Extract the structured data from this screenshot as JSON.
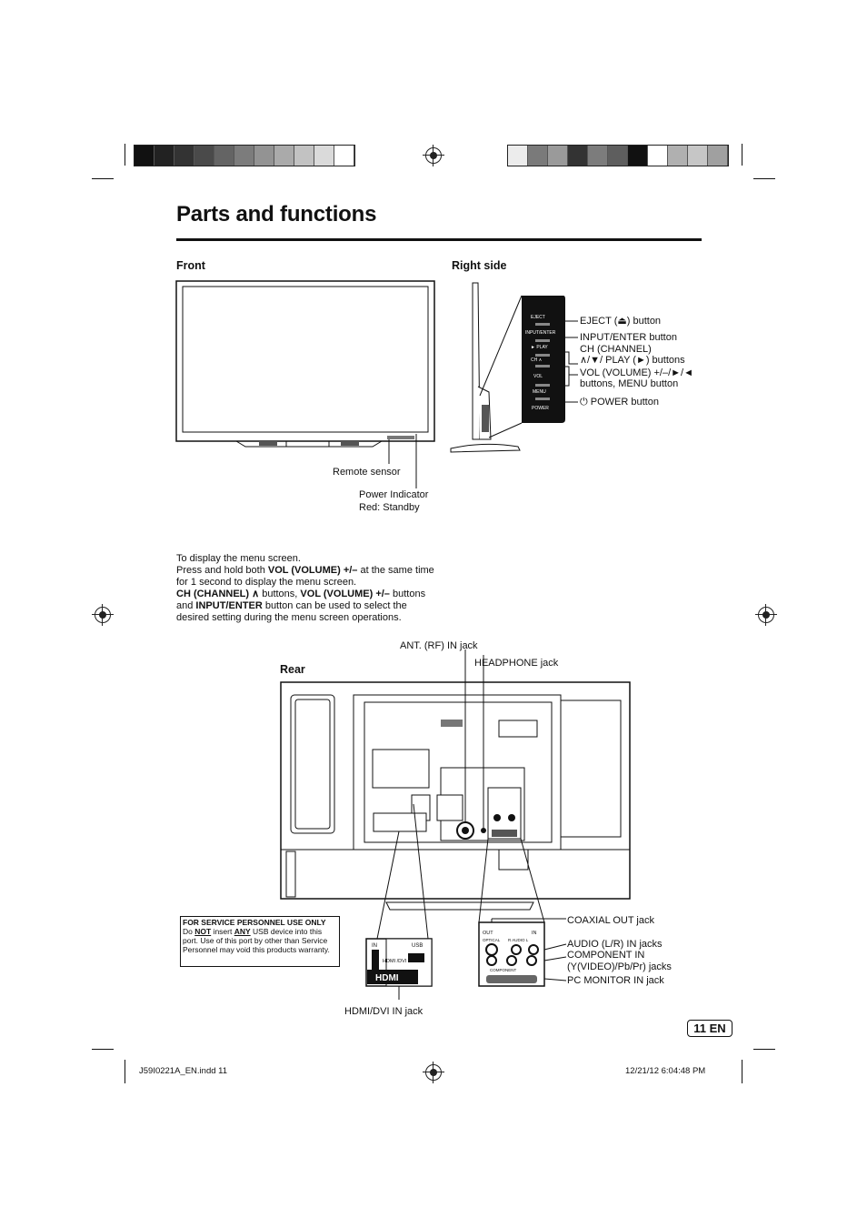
{
  "header": {
    "left_swatches": [
      "#111111",
      "#222222",
      "#333333",
      "#4a4a4a",
      "#646464",
      "#7c7c7c",
      "#939393",
      "#aaaaaa",
      "#c2c2c2",
      "#dadada",
      "#ffffff"
    ],
    "right_swatches": [
      "#ececec",
      "#7a7a7a",
      "#9a9a9a",
      "#333333",
      "#7c7c7c",
      "#5e5e5e",
      "#111111",
      "#ffffff",
      "#b0b0b0",
      "#c6c6c6",
      "#a0a0a0"
    ]
  },
  "page": {
    "title": "Parts and functions"
  },
  "front": {
    "heading": "Front",
    "remote_sensor": "Remote sensor",
    "power_indicator_line1": "Power Indicator",
    "power_indicator_line2": "Red: Standby"
  },
  "right_side": {
    "heading": "Right side",
    "eject": "EJECT (⏏) button",
    "input_enter": "INPUT/ENTER button",
    "ch_line1": "CH (CHANNEL)",
    "ch_line2": "∧/▼/ PLAY (►) buttons",
    "vol_line1": "VOL (VOLUME) +/–/►/◄",
    "vol_line2": "buttons, MENU button",
    "power": "⏻ POWER button",
    "panel_labels": [
      "EJECT",
      "INPUT/ENTER",
      "► PLAY",
      "CH ∧",
      "VOL",
      "MENU",
      "POWER"
    ]
  },
  "menu_note": {
    "line1": "To display the menu screen.",
    "p2_a": "Press and hold both ",
    "p2_b": "VOL (VOLUME) +/–",
    "p2_c": " at the same time for 1 second to display the menu screen.",
    "p3_a": "CH (CHANNEL) ∧",
    "p3_b": " buttons, ",
    "p3_c": "VOL (VOLUME) +/–",
    "p3_d": " buttons and ",
    "p3_e": "INPUT/ENTER",
    "p3_f": " button can be used to select the desired setting during the menu screen operations."
  },
  "rear": {
    "heading": "Rear",
    "ant": "ANT. (RF) IN jack",
    "headphone": "HEADPHONE jack",
    "coaxial": "COAXIAL OUT jack",
    "audio": "AUDIO (L/R) IN jacks",
    "component_line1": "COMPONENT IN",
    "component_line2": "(Y(VIDEO)/Pb/Pr) jacks",
    "pc_monitor": "PC MONITOR IN jack",
    "hdmi_dvi": "HDMI/DVI IN jack",
    "inset_labels": [
      "IN",
      "USB",
      "HDMI /DVI",
      "HDMI",
      "OUT",
      "IN",
      "OPTICAL",
      "R AUDIO L",
      "COMPONENT"
    ]
  },
  "service_notice": {
    "title": "FOR SERVICE PERSONNEL USE ONLY",
    "t1": "Do ",
    "t2": "NOT",
    "t3": " insert ",
    "t4": "ANY",
    "t5": " USB device into this port. Use of this port by other than Service Personnel may void this products warranty."
  },
  "page_number": "11 EN",
  "footer": {
    "file": "J59I0221A_EN.indd   11",
    "date": "12/21/12   6:04:48 PM"
  }
}
